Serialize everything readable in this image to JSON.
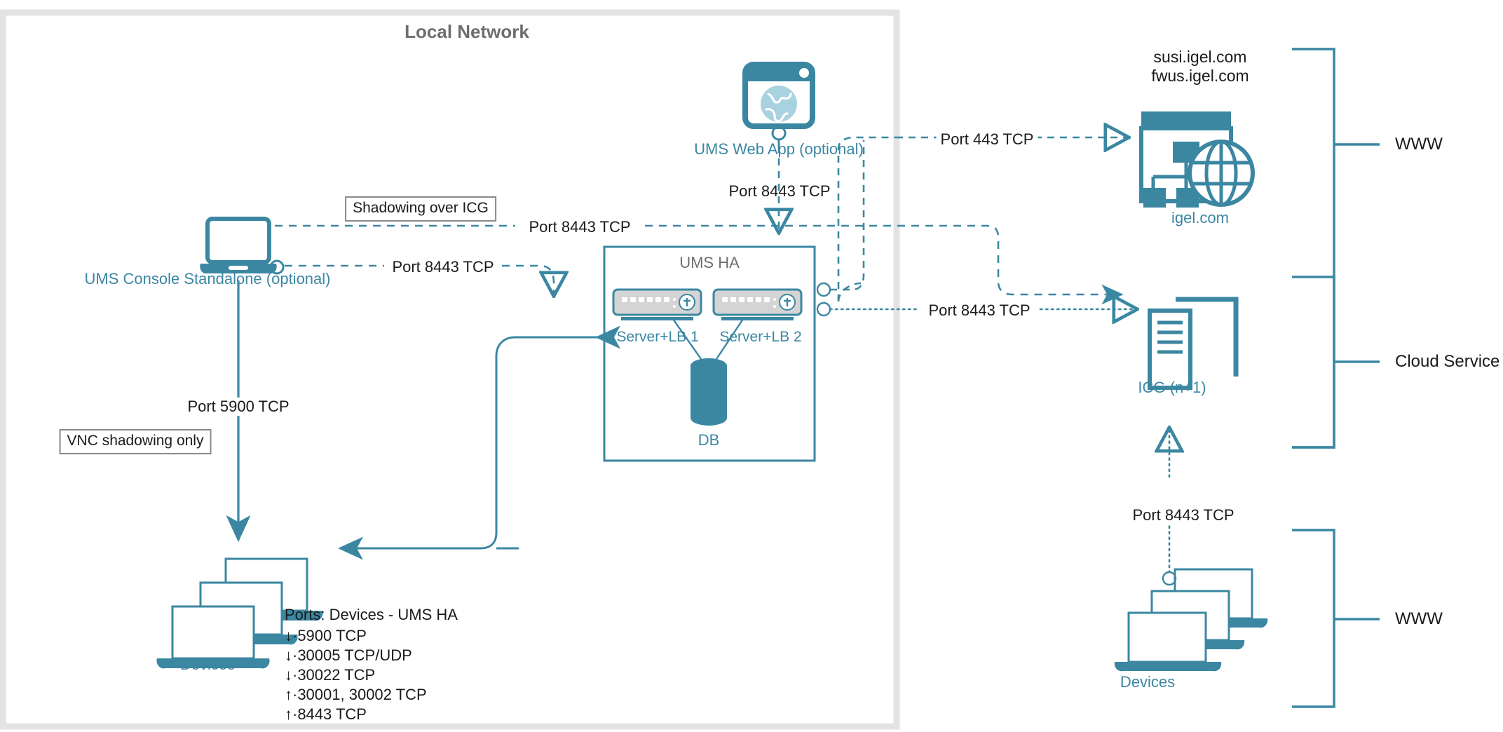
{
  "diagram": {
    "title": "Local Network",
    "accent_color": "#3b87a2",
    "boundary_color": "#e3e3e3",
    "note_border_color": "#8a8a8a",
    "text_color": "#1a1a1a",
    "title_color": "#6e6e6e"
  },
  "nodes": {
    "ums_web_app": {
      "label": "UMS Web App (optional)",
      "icon": "browser-globe-icon"
    },
    "ums_console": {
      "label": "UMS Console Standalone (optional)",
      "icon": "laptop-icon"
    },
    "ums_ha": {
      "label": "UMS HA",
      "server1": "Server+LB 1",
      "server2": "Server+LB 2",
      "db": "DB"
    },
    "devices_left": {
      "label": "Devices",
      "icon": "laptops-stack-icon"
    },
    "devices_right": {
      "label": "Devices",
      "icon": "laptops-stack-icon"
    },
    "igel_com": {
      "label": "igel.com",
      "hosts": "susi.igel.com\nfwus.igel.com",
      "icon": "sitemap-globe-icon"
    },
    "icg": {
      "label": "ICG (n+1)",
      "icon": "server-rack-icon"
    }
  },
  "zones": [
    {
      "name": "WWW",
      "label": "WWW"
    },
    {
      "name": "Cloud Service",
      "label": "Cloud Service"
    },
    {
      "name": "WWW bottom",
      "label": "WWW"
    }
  ],
  "notes": [
    {
      "id": "shadowing-over-icg",
      "text": "Shadowing over ICG"
    },
    {
      "id": "vnc-shadowing-only",
      "text": "VNC shadowing only"
    }
  ],
  "edge_labels": {
    "webapp_to_www": "Port 443 TCP",
    "webapp_to_ha": "Port 8443 TCP",
    "console_shadowing": "Port 8443 TCP",
    "console_to_ha": "Port 8443 TCP",
    "ha_to_icg": "Port 8443 TCP",
    "console_to_devices": "Port 5900 TCP",
    "devices_to_icg": "Port 8443 TCP"
  },
  "ports_note": {
    "heading": "Ports: Devices - UMS HA",
    "lines": [
      "↓·5900 TCP",
      "↓·30005 TCP/UDP",
      "↓·30022 TCP",
      "↑·30001, 30002 TCP",
      "↑·8443 TCP"
    ]
  }
}
